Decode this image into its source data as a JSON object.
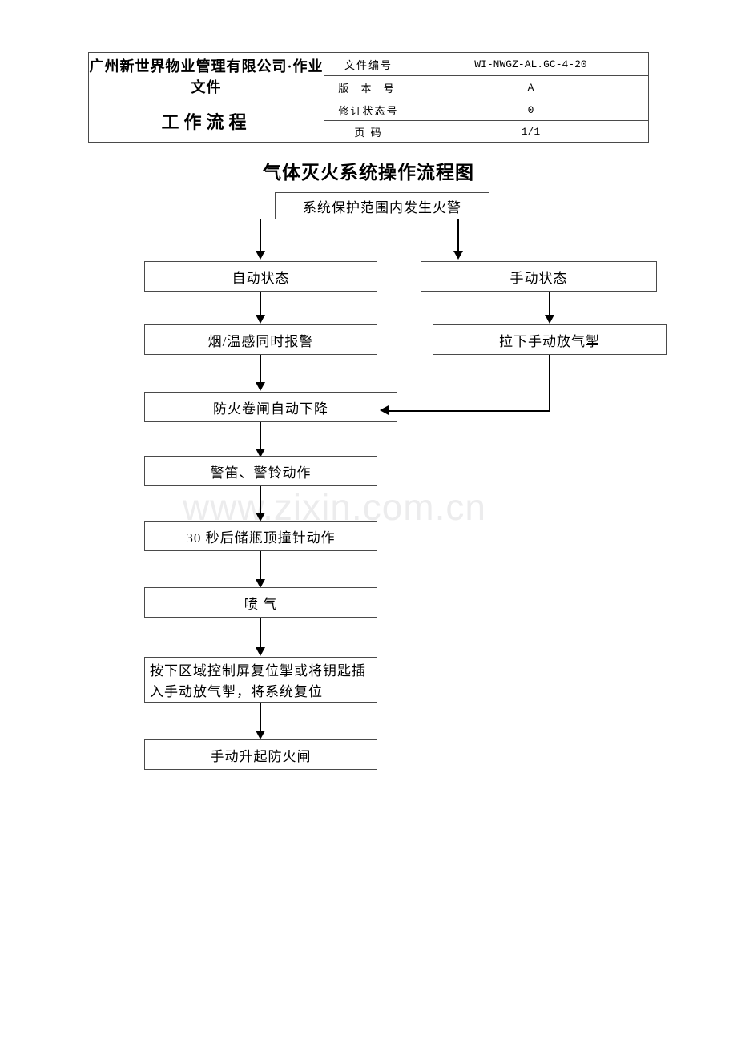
{
  "header": {
    "company": "广州新世界物业管理有限公司·作业文件",
    "doc_type": "工作流程",
    "fields": [
      {
        "key": "文件编号",
        "value": "WI-NWGZ-AL.GC-4-20"
      },
      {
        "key": "版 本 号",
        "value": "A"
      },
      {
        "key": "修订状态号",
        "value": "0"
      },
      {
        "key": "页    码",
        "value": "1/1"
      }
    ]
  },
  "title": "气体灭火系统操作流程图",
  "watermark": "www.zixin.com.cn",
  "flow": {
    "nodes": [
      {
        "id": "alarm",
        "label": "系统保护范围内发生火警"
      },
      {
        "id": "auto-state",
        "label": "自动状态"
      },
      {
        "id": "manual-state",
        "label": "手动状态"
      },
      {
        "id": "smoke-heat",
        "label": "烟/温感同时报警"
      },
      {
        "id": "pull-release",
        "label": "拉下手动放气掣"
      },
      {
        "id": "shutter-down",
        "label": "防火卷闸自动下降"
      },
      {
        "id": "siren-bell",
        "label": "警笛、警铃动作"
      },
      {
        "id": "pin-strike",
        "label": "30 秒后储瓶顶撞针动作"
      },
      {
        "id": "gas-release",
        "label": "喷  气"
      },
      {
        "id": "reset-line1",
        "label": "按下区域控制屏复位掣或将钥匙插"
      },
      {
        "id": "reset-line2",
        "label": "入手动放气掣，将系统复位"
      },
      {
        "id": "raise-shutter",
        "label": "手动升起防火闸"
      }
    ]
  }
}
